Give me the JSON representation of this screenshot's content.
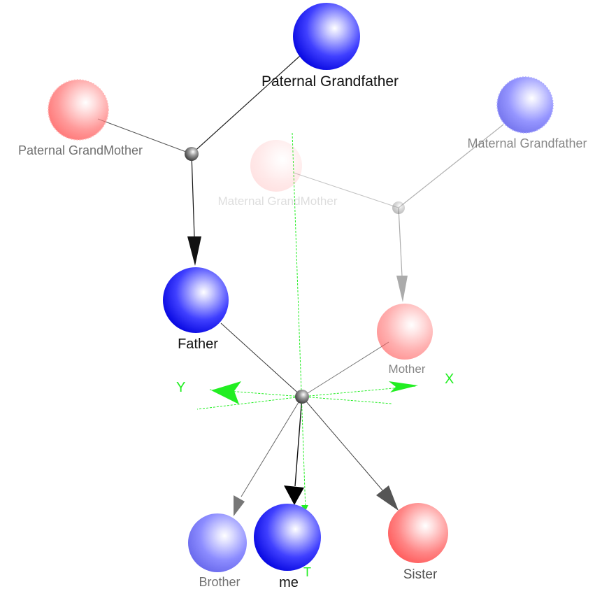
{
  "nodes": {
    "paternal_grandfather": {
      "label": "Paternal Grandfather",
      "color": "#0000ee",
      "opacity": 1.0
    },
    "paternal_grandmother": {
      "label": "Paternal GrandMother",
      "color": "#ff4d4d",
      "opacity": 0.7
    },
    "maternal_grandfather": {
      "label": "Maternal Grandfather",
      "color": "#4d4dff",
      "opacity": 0.55
    },
    "maternal_grandmother": {
      "label": "Maternal GrandMother",
      "color": "#ff6666",
      "opacity": 0.15
    },
    "father": {
      "label": "Father",
      "color": "#0000ee",
      "opacity": 1.0
    },
    "mother": {
      "label": "Mother",
      "color": "#ff4d4d",
      "opacity": 0.55
    },
    "brother": {
      "label": "Brother",
      "color": "#4d4dff",
      "opacity": 0.6
    },
    "me": {
      "label": "me",
      "color": "#0000ee",
      "opacity": 1.0
    },
    "sister": {
      "label": "Sister",
      "color": "#ff3333",
      "opacity": 0.85
    }
  },
  "axes": {
    "x_label": "X",
    "y_label": "Y",
    "t_label": "T",
    "color": "#22ee22"
  }
}
